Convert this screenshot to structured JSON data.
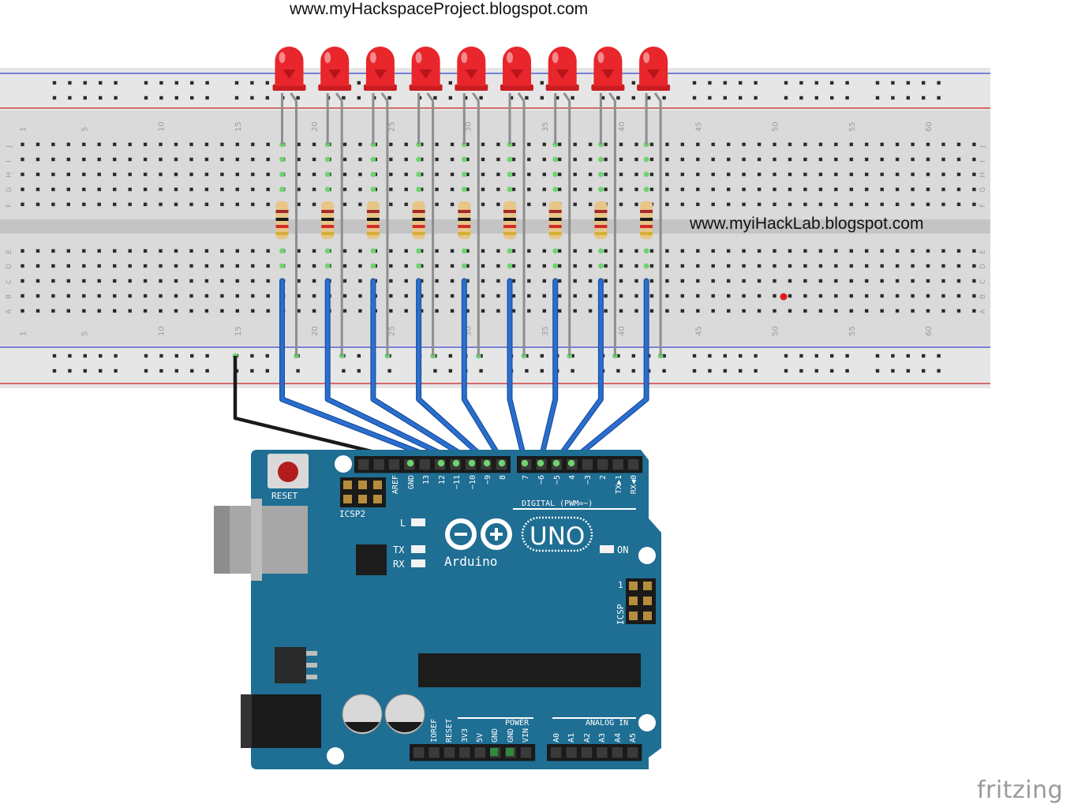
{
  "labels": {
    "top_url": "www.myHackspaceProject.blogspot.com",
    "mid_url": "www.myiHackLab.blogspot.com",
    "watermark": "fritzing"
  },
  "breadboard": {
    "row_letters_top": [
      "J",
      "I",
      "H",
      "G",
      "F"
    ],
    "row_letters_bottom": [
      "E",
      "D",
      "C",
      "B",
      "A"
    ],
    "column_numbers": [
      "1",
      "5",
      "10",
      "15",
      "20",
      "25",
      "30",
      "35",
      "40",
      "45",
      "50",
      "55",
      "60"
    ]
  },
  "components": {
    "led_count": 9,
    "resistor_count": 9,
    "led_color": "#e8262b",
    "wire_color": "#2a6fcf",
    "ground_wire_color": "#1a1a1a"
  },
  "arduino": {
    "logo": "Arduino",
    "model": "UNO",
    "board_color": "#1f6e93",
    "reset_label": "RESET",
    "icsp2_label": "ICSP2",
    "icsp_label": "ICSP",
    "icsp_pin1": "1",
    "on_label": "ON",
    "l_label": "L",
    "tx_label": "TX",
    "rx_label": "RX",
    "digital_label": "DIGITAL (PWM=~)",
    "digital_pins": [
      "AREF",
      "GND",
      "13",
      "12",
      "~11",
      "~10",
      "~9",
      "8",
      "7",
      "~6",
      "~5",
      "4",
      "~3",
      "2",
      "TX▶1",
      "RX◀0"
    ],
    "power_label": "POWER",
    "power_pins": [
      "IOREF",
      "RESET",
      "3V3",
      "5V",
      "GND",
      "GND",
      "VIN"
    ],
    "analog_label": "ANALOG IN",
    "analog_pins": [
      "A0",
      "A1",
      "A2",
      "A3",
      "A4",
      "A5"
    ]
  }
}
